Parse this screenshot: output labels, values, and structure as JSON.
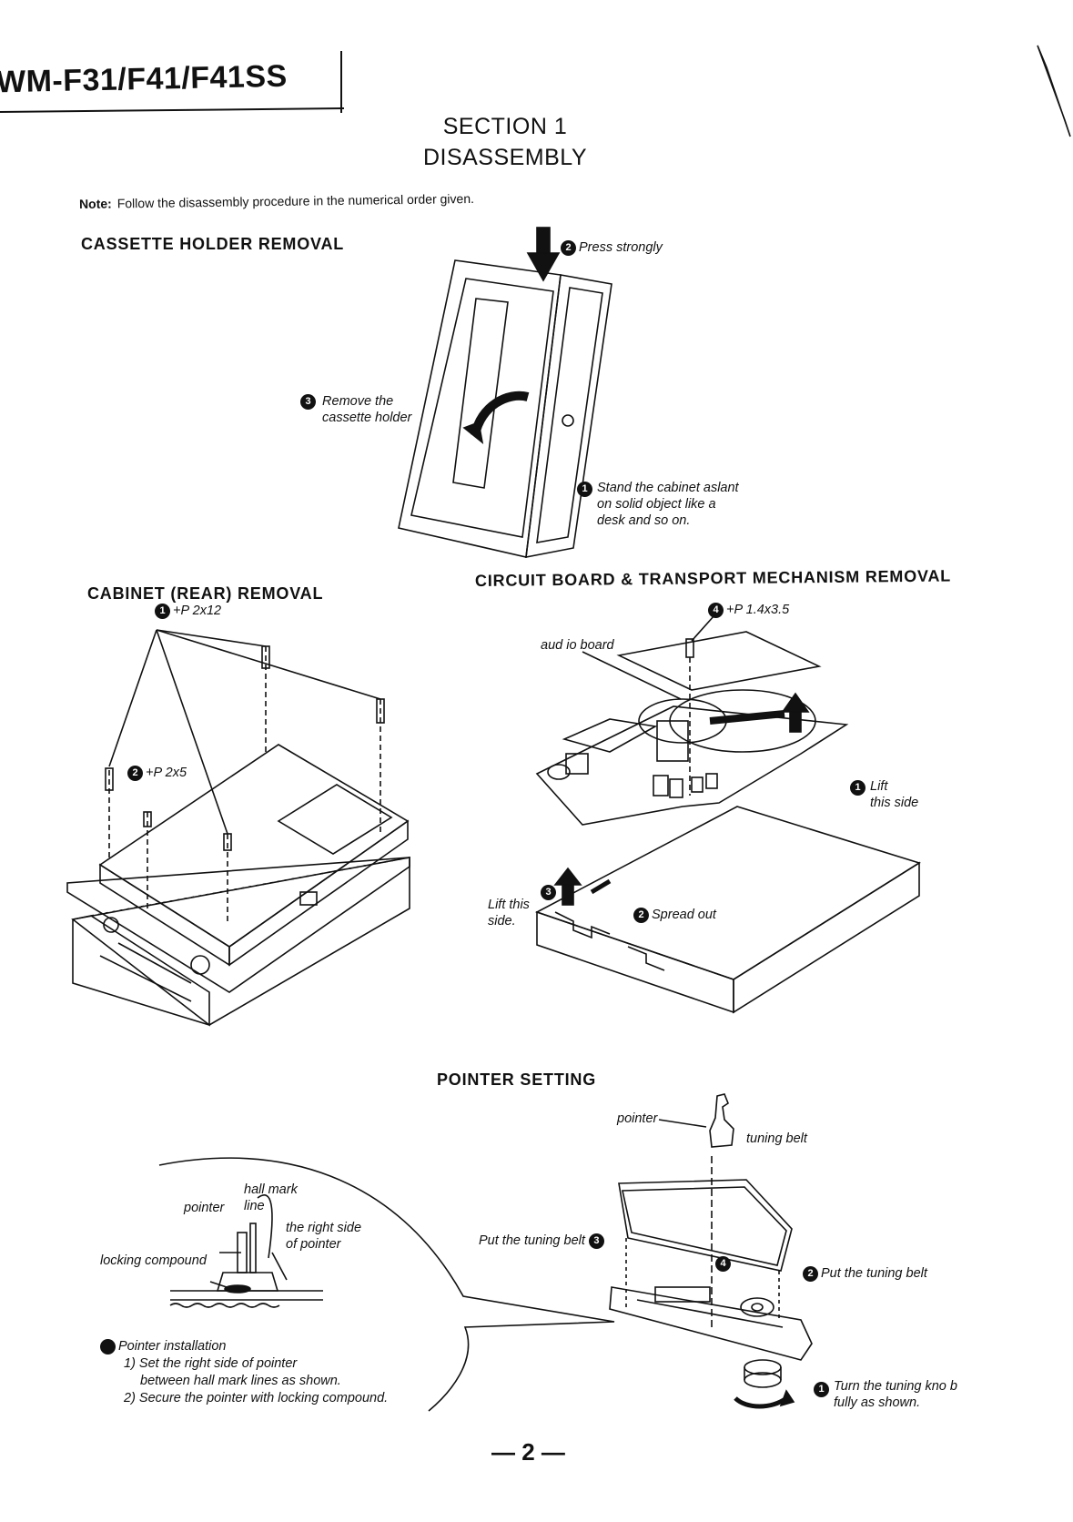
{
  "header": {
    "model": "WM-F31/F41/F41SS",
    "section": "SECTION 1",
    "section_title": "DISASSEMBLY",
    "note_label": "Note:",
    "note_text": "Follow the disassembly procedure in the numerical order given."
  },
  "cassette_holder": {
    "heading": "CASSETTE HOLDER REMOVAL",
    "step1": {
      "num": "1",
      "text": "Stand the cabinet aslant on solid object like a desk and so on."
    },
    "step2": {
      "num": "2",
      "text": "Press strongly"
    },
    "step3": {
      "num": "3",
      "text": "Remove the cassette holder"
    }
  },
  "cabinet_rear": {
    "heading": "CABINET (REAR) REMOVAL",
    "step1": {
      "num": "1",
      "text": "+P 2x12"
    },
    "step2": {
      "num": "2",
      "text": "+P 2x5"
    }
  },
  "circuit_board": {
    "heading": "CIRCUIT BOARD & TRANSPORT MECHANISM REMOVAL",
    "screw": {
      "num": "4",
      "text": "+P 1.4x3.5"
    },
    "audio_board": "aud io board",
    "lift1": {
      "num": "1",
      "line1": "Lift",
      "line2": "this side"
    },
    "spread": {
      "num": "2",
      "text": "Spread out"
    },
    "lift3": {
      "num": "3",
      "line1": "Lift this",
      "line2": "side."
    }
  },
  "pointer_setting": {
    "heading": "POINTER SETTING",
    "pointer": "pointer",
    "tuning_belt": "tuning belt",
    "put_belt_3": {
      "num": "3",
      "text": "Put the tuning belt"
    },
    "put_belt_2": {
      "num": "2",
      "text": "Put the tuning belt"
    },
    "step4": "4",
    "turn_knob": {
      "num": "1",
      "line1": "Turn the tuning kno b",
      "line2": "fully as shown."
    },
    "detail": {
      "hall_mark_line_1": "hall mark",
      "hall_mark_line_2": "line",
      "pointer": "pointer",
      "right_side_1": "the right side",
      "right_side_2": "of pointer",
      "locking_compound": "locking compound"
    },
    "installation": {
      "title": "Pointer installation",
      "line1": "1) Set the right side of pointer",
      "line2": "between hall mark lines as shown.",
      "line3": "2) Secure the pointer with locking compound."
    }
  },
  "footer": {
    "page": "— 2 —"
  }
}
